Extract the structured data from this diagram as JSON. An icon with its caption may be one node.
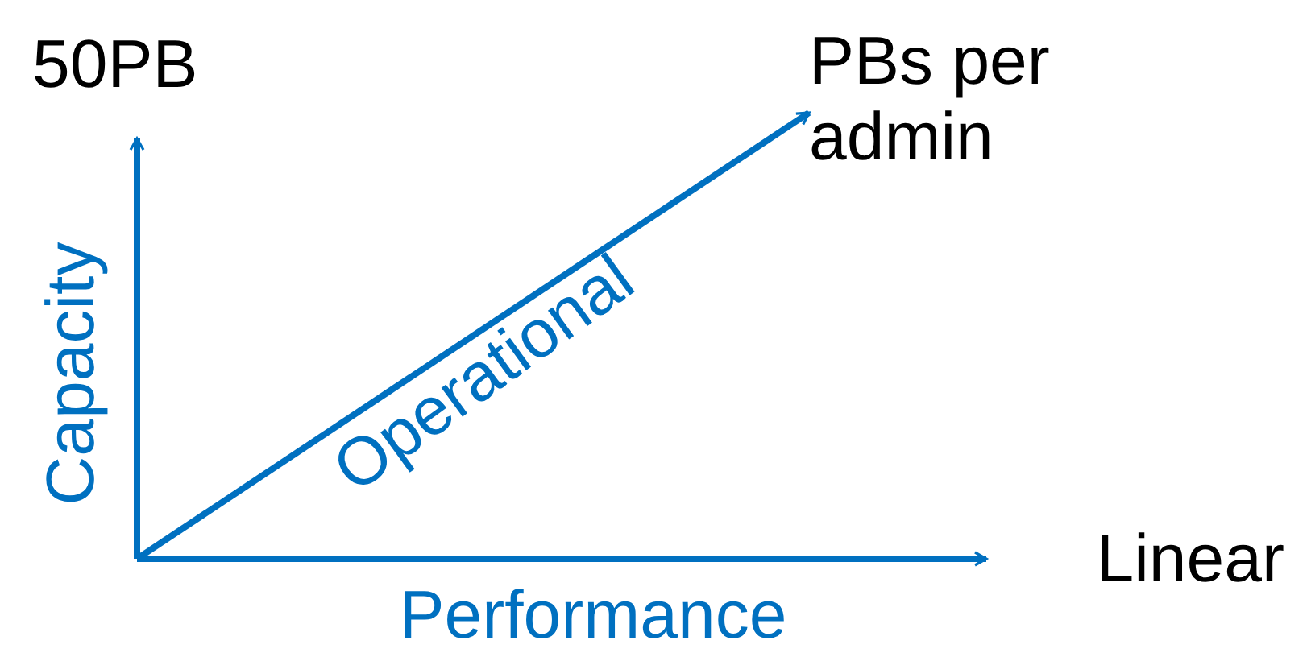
{
  "diagram": {
    "nodes": [
      {
        "text": [
          "50PB"
        ]
      },
      {
        "text": [
          "PBs per admin"
        ]
      },
      {
        "text": [
          "Linear"
        ]
      }
    ],
    "edges": [
      {
        "from": null,
        "to": 0,
        "arrow": "to",
        "label": "Capacity"
      },
      {
        "from": null,
        "to": 1,
        "arrow": "to",
        "label": "Operational"
      },
      {
        "from": null,
        "to": 2,
        "arrow": "to",
        "label": "Performance"
      }
    ]
  }
}
